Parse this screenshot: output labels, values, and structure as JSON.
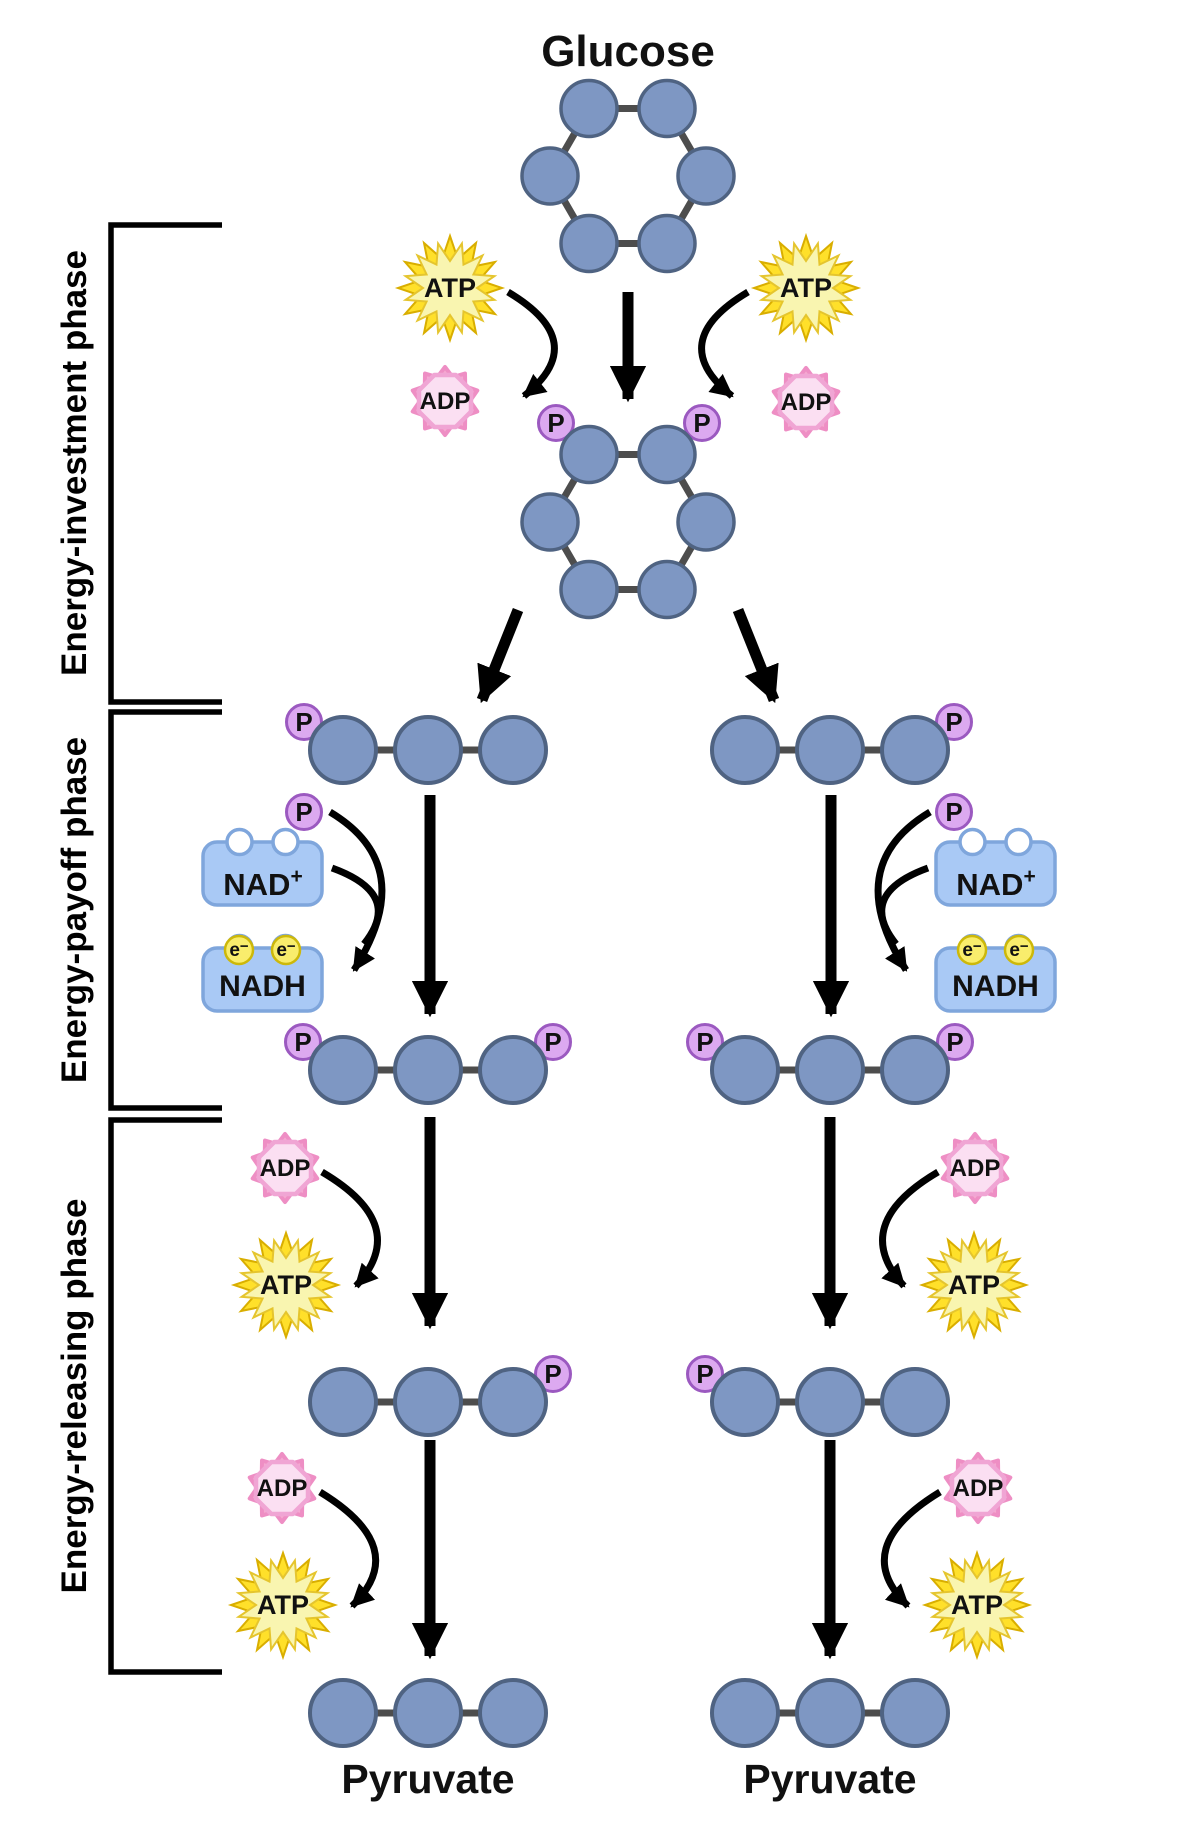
{
  "diagram": {
    "title": "Glucose",
    "phases": {
      "investment": "Energy-investment phase",
      "payoff": "Energy-payoff phase",
      "releasing": "Energy-releasing phase"
    },
    "labels": {
      "glucose": "Glucose",
      "pyruvate": "Pyruvate",
      "atp": "ATP",
      "adp": "ADP",
      "phosphate": "P",
      "nad": "NAD",
      "nad_sup": "+",
      "nadh": "NADH",
      "electron": "e",
      "electron_sup": "−"
    },
    "colors": {
      "carbon_fill": "#7E97C3",
      "carbon_stroke": "#4F6382",
      "bond": "#4D4D4D",
      "phosphate_fill": "#DCA9F0",
      "phosphate_stroke": "#9B59C0",
      "atp_outer": "#FFE02A",
      "atp_inner": "#F9F5B0",
      "atp_stroke": "#D9AE00",
      "adp_petal": "#F5A9D0",
      "adp_petal_stroke": "#EE8EC4",
      "adp_body": "#FBDFF2",
      "adp_body_stroke": "#F0A5D4",
      "nad_fill": "#A9C9F5",
      "nad_stroke": "#7FA6DC",
      "electron_fill": "#F9ED6C",
      "electron_stroke": "#CDB80A",
      "arrow": "#000000"
    }
  }
}
